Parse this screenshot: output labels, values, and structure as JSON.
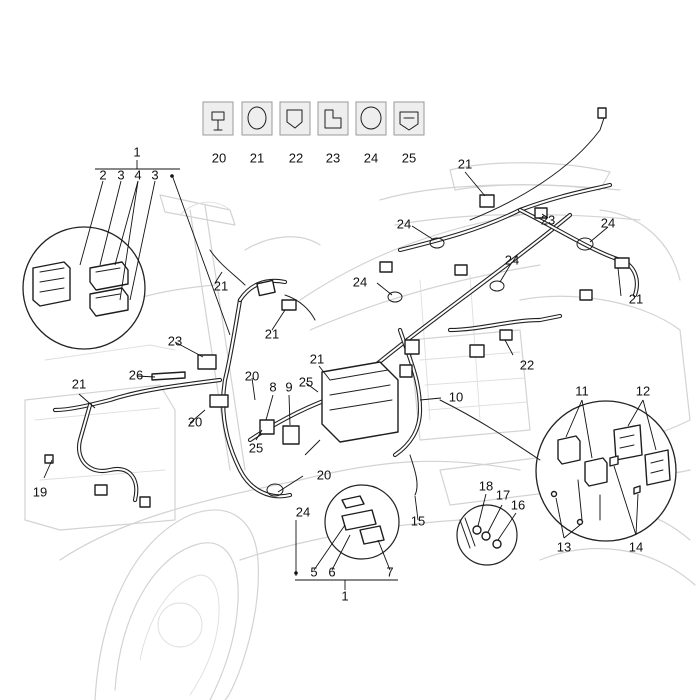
{
  "diagram": {
    "legend_icons": [
      {
        "number": "20",
        "icon": "clamp-bolt-icon"
      },
      {
        "number": "21",
        "icon": "cable-tie-icon"
      },
      {
        "number": "22",
        "icon": "clip-mount-icon"
      },
      {
        "number": "23",
        "icon": "bracket-clip-icon"
      },
      {
        "number": "24",
        "icon": "cable-ring-icon"
      },
      {
        "number": "25",
        "icon": "clamp-plate-icon"
      }
    ],
    "callouts": [
      {
        "id": "top-1",
        "text": "1"
      },
      {
        "id": "top-2",
        "text": "2"
      },
      {
        "id": "top-3a",
        "text": "3"
      },
      {
        "id": "top-4",
        "text": "4"
      },
      {
        "id": "top-3b",
        "text": "3"
      },
      {
        "id": "bottom-1",
        "text": "1"
      },
      {
        "id": "bottom-5",
        "text": "5"
      },
      {
        "id": "bottom-6",
        "text": "6"
      },
      {
        "id": "bottom-7",
        "text": "7"
      },
      {
        "id": "n8",
        "text": "8"
      },
      {
        "id": "n9",
        "text": "9"
      },
      {
        "id": "n10",
        "text": "10"
      },
      {
        "id": "n11",
        "text": "11"
      },
      {
        "id": "n12",
        "text": "12"
      },
      {
        "id": "n13",
        "text": "13"
      },
      {
        "id": "n14",
        "text": "14"
      },
      {
        "id": "n15",
        "text": "15"
      },
      {
        "id": "n16",
        "text": "16"
      },
      {
        "id": "n17",
        "text": "17"
      },
      {
        "id": "n18",
        "text": "18"
      },
      {
        "id": "n19",
        "text": "19"
      },
      {
        "id": "n20a",
        "text": "20"
      },
      {
        "id": "n20b",
        "text": "20"
      },
      {
        "id": "n20c",
        "text": "20"
      },
      {
        "id": "n21a",
        "text": "21"
      },
      {
        "id": "n21b",
        "text": "21"
      },
      {
        "id": "n21c",
        "text": "21"
      },
      {
        "id": "n21d",
        "text": "21"
      },
      {
        "id": "n21e",
        "text": "21"
      },
      {
        "id": "n21f",
        "text": "21"
      },
      {
        "id": "n22",
        "text": "22"
      },
      {
        "id": "n23a",
        "text": "23"
      },
      {
        "id": "n23b",
        "text": "23"
      },
      {
        "id": "n24a",
        "text": "24"
      },
      {
        "id": "n24b",
        "text": "24"
      },
      {
        "id": "n24c",
        "text": "24"
      },
      {
        "id": "n24d",
        "text": "24"
      },
      {
        "id": "n24e",
        "text": "24"
      },
      {
        "id": "n25a",
        "text": "25"
      },
      {
        "id": "n25b",
        "text": "25"
      },
      {
        "id": "n26",
        "text": "26"
      }
    ]
  }
}
